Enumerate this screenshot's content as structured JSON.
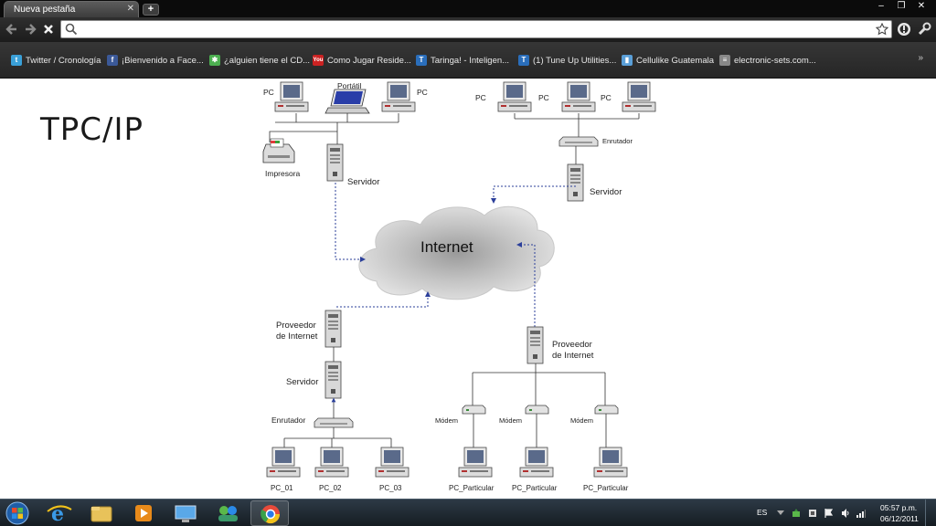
{
  "tab": {
    "title": "Nueva pestaña",
    "close": "✕",
    "new_tab": "+"
  },
  "window_controls": {
    "minimize": "–",
    "maximize": "❐",
    "close": "✕"
  },
  "omnibox": {
    "value": "",
    "placeholder": ""
  },
  "bookmarks": [
    {
      "label": "Twitter / Cronología",
      "icon": "twitter-bird-icon",
      "color": "#3aa0d8"
    },
    {
      "label": "¡Bienvenido a Face...",
      "icon": "facebook-icon",
      "color": "#3b5998"
    },
    {
      "label": "¿alguien tiene el CD...",
      "icon": "star-icon",
      "color": "#4caf50"
    },
    {
      "label": "Como Jugar Reside...",
      "icon": "youtube-icon",
      "color": "#cc2222"
    },
    {
      "label": "Taringa! - Inteligen...",
      "icon": "taringa-icon",
      "color": "#2a6ebb"
    },
    {
      "label": "(1) Tune Up Utilities...",
      "icon": "taringa-icon",
      "color": "#2a6ebb"
    },
    {
      "label": "Cellulike Guatemala",
      "icon": "phone-icon",
      "color": "#5a9fd8"
    },
    {
      "label": "electronic-sets.com...",
      "icon": "page-icon",
      "color": "#888888"
    }
  ],
  "bookmarks_more": "»",
  "slide": {
    "title": "TPC/IP",
    "labels": {
      "pc": "PC",
      "portatil": "Portátil",
      "impresora": "Impresora",
      "servidor": "Servidor",
      "enrutador": "Enrutador",
      "internet": "Internet",
      "proveedor_l1": "Proveedor",
      "proveedor_l2": "de Internet",
      "modem": "Módem",
      "pc_01": "PC_01",
      "pc_02": "PC_02",
      "pc_03": "PC_03",
      "pc_particular": "PC_Particular"
    }
  },
  "taskbar": {
    "apps": [
      "windows-start-icon",
      "internet-explorer-icon",
      "file-explorer-icon",
      "media-player-icon",
      "network-icon",
      "messenger-icon",
      "chrome-icon"
    ],
    "language": "ES",
    "time": "05:57 p.m.",
    "date": "06/12/2011"
  },
  "colors": {
    "link_arrow": "#2b3f9a",
    "cloud": "#cfcfcf",
    "chrome_bg": "#1c1c1c"
  }
}
